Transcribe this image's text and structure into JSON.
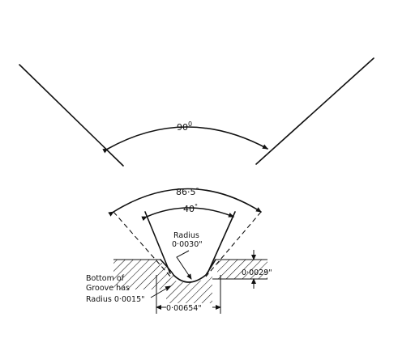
{
  "top_figure": {
    "angle_label": "90",
    "angle_unit": "0"
  },
  "groove_figure": {
    "outer_angle_label": "86·5",
    "outer_angle_unit": "°",
    "inner_angle_label": "40",
    "inner_angle_unit": "°",
    "radius_title": "Radius",
    "radius_value": "0·0030\"",
    "depth_value": "0·0029\"",
    "bottom_note_lines": [
      "Bottom of",
      "Groove has",
      "Radius 0·0015\""
    ],
    "width_value": "0·00654\""
  }
}
